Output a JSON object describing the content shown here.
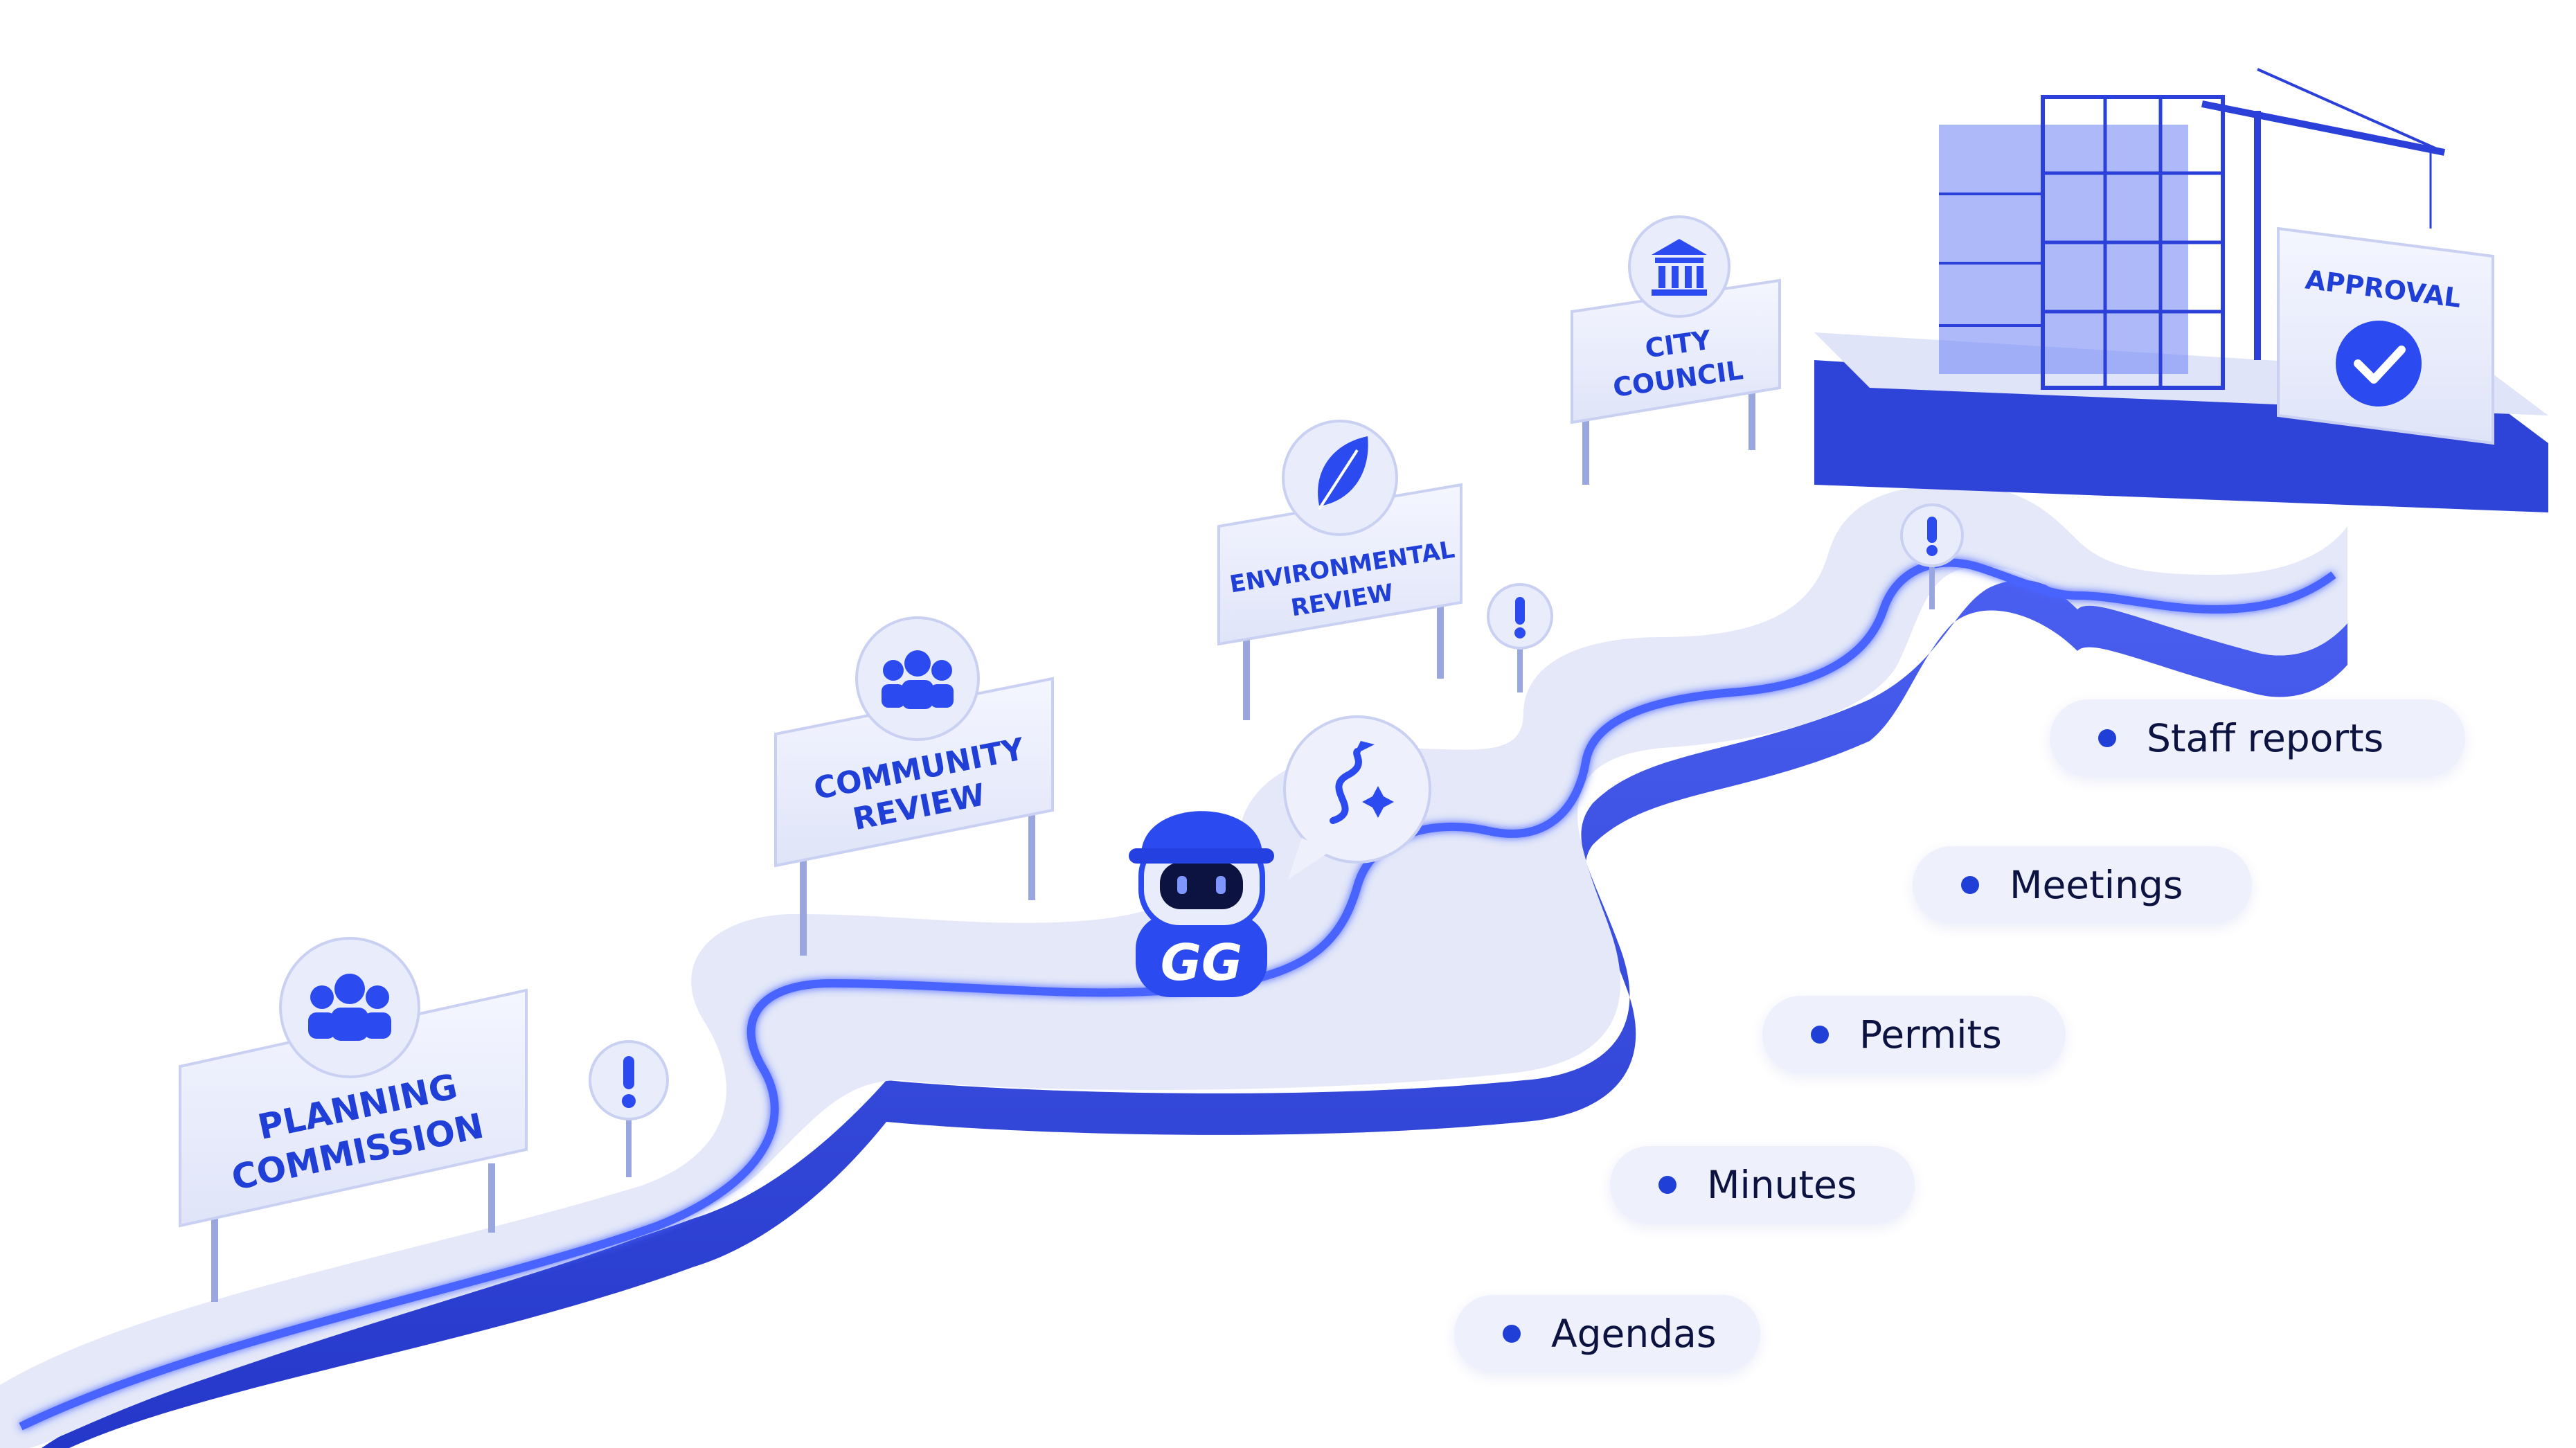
{
  "signs": {
    "planning_commission": {
      "line1": "PLANNING",
      "line2": "COMMISSION",
      "icon": "people-group-icon"
    },
    "community_review": {
      "line1": "COMMUNITY",
      "line2": "REVIEW",
      "icon": "people-group-icon"
    },
    "environmental_review": {
      "line1": "ENVIRONMENTAL",
      "line2": "REVIEW",
      "icon": "leaf-icon"
    },
    "city_council": {
      "line1": "CITY",
      "line2": "COUNCIL",
      "icon": "government-building-icon"
    },
    "approval": {
      "line1": "APPROVAL",
      "icon": "checkmark-icon"
    }
  },
  "mascot": {
    "badge": "GG",
    "speech_icon": "route-map-icon"
  },
  "documents": [
    {
      "label": "Staff reports"
    },
    {
      "label": "Meetings"
    },
    {
      "label": "Permits"
    },
    {
      "label": "Minutes"
    },
    {
      "label": "Agendas"
    }
  ],
  "colors": {
    "brand_blue": "#1f3fd6",
    "road_top": "#e4e8f8",
    "road_side": "#3a4fe0",
    "pill_bg": "#eef0fb",
    "text_dark": "#0c1340"
  }
}
